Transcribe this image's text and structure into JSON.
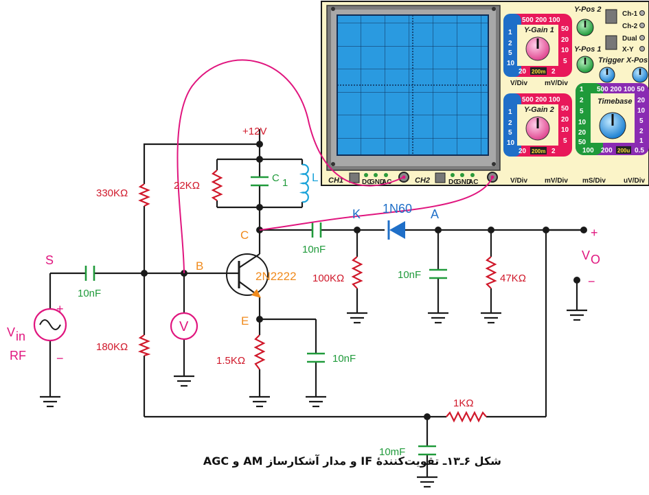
{
  "supply": "+12V",
  "resistors": {
    "r_330k": "330KΩ",
    "r_180k": "180KΩ",
    "r_22k": "22KΩ",
    "r_1_5k": "1.5KΩ",
    "r_100k": "100KΩ",
    "r_47k": "47KΩ",
    "r_1k": "1KΩ"
  },
  "capacitors": {
    "c_in": "10nF",
    "c_c": "10nF",
    "c_e": "10nF",
    "c_a": "10nF",
    "c_agc": "10mF",
    "c1_main": "C",
    "c1_sub": "1"
  },
  "inductor": "L",
  "transistor": "2N2222",
  "diode": "1N60",
  "nodes": {
    "c": "C",
    "b": "B",
    "e": "E",
    "k": "K",
    "a": "A",
    "s": "S"
  },
  "source": {
    "v": "V",
    "v_sub": "in",
    "rf": "RF",
    "plus": "+",
    "minus": "−"
  },
  "meter": "V",
  "output": {
    "v": "V",
    "v_sub": "O",
    "plus": "+",
    "minus": "−"
  },
  "oscilloscope": {
    "ygain1": {
      "title": "Y-Gain 1",
      "top_scale": "500 200 100",
      "left_scale": [
        "1",
        "2",
        "5",
        "10"
      ],
      "right_scale": [
        "50",
        "20",
        "10",
        "5"
      ],
      "bottom_left": "20",
      "bottom_right": "2",
      "badge": "200m",
      "unit_left": "V/Div",
      "unit_right": "mV/Div"
    },
    "ygain2": {
      "title": "Y-Gain 2",
      "top_scale": "500 200 100",
      "left_scale": [
        "1",
        "2",
        "5",
        "10"
      ],
      "right_scale": [
        "50",
        "20",
        "10",
        "5"
      ],
      "bottom_left": "20",
      "bottom_right": "2",
      "badge": "200m",
      "unit_left": "V/Div",
      "unit_right": "mV/Div"
    },
    "timebase": {
      "title": "Timebase",
      "top_scale": "500 200 100 50",
      "left_scale": [
        "1",
        "2",
        "5",
        "10",
        "20",
        "50"
      ],
      "right_scale": [
        "20",
        "10",
        "5",
        "2",
        "1"
      ],
      "bottom_left": "100",
      "bottom_mid": "200",
      "bottom_right": "0.5",
      "badge": "200u",
      "unit_left": "mS/Div",
      "unit_right": "uV/Div"
    },
    "ypos2": "Y-Pos 2",
    "ypos1": "Y-Pos 1",
    "trigger": "Trigger",
    "xpos": "X-Pos",
    "modes": [
      "Ch-1",
      "Ch-2",
      "Dual",
      "X-Y"
    ],
    "ch1": "CH1",
    "ch2": "CH2",
    "coupling": [
      "DC",
      "GND",
      "AC"
    ]
  },
  "caption": "شکل ۶ـ۱۳ـ تقویت‌کنندهٔ IF و مدار آشکارساز AM و AGC",
  "colors": {
    "wire": "#1a1a1a",
    "resistor": "#d0182a",
    "capacitor": "#1f9a3a",
    "inductor": "#1aa3d9",
    "probe_wire": "#e0157e",
    "transistor_label": "#f08a1c",
    "diode": "#1f6fc8",
    "screen": "#2a9ae0",
    "scope_panel": "#fbf4c8"
  }
}
